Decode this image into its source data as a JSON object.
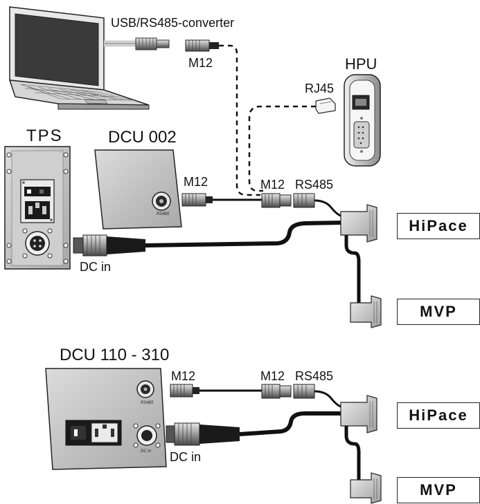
{
  "labels": {
    "usb_converter": "USB/RS485-converter",
    "m12_converter": "M12",
    "hpu": "HPU",
    "rj45": "RJ45",
    "tps": "TPS",
    "dcu002": "DCU 002",
    "m12_dcu002": "M12",
    "m12_top_mid": "M12",
    "rs485_top": "RS485",
    "dc_in_top": "DC in",
    "dcu110": "DCU 110 - 310",
    "m12_dcu110": "M12",
    "m12_bottom_mid": "M12",
    "rs485_bottom": "RS485",
    "dc_in_bottom": "DC in"
  },
  "boxes": {
    "hipace_top": "HiPace",
    "mvp_top": "MVP",
    "hipace_bottom": "HiPace",
    "mvp_bottom": "MVP"
  },
  "device_marks": {
    "rs485_port_dcu002": "RS485",
    "rs485_port_dcu110": "RS485",
    "dcin_port_dcu110": "DC in"
  }
}
